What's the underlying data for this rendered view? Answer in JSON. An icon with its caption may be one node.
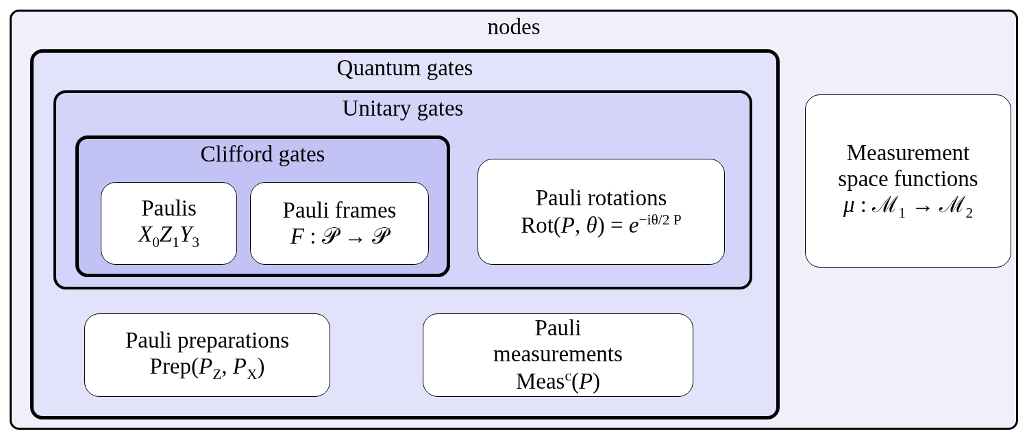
{
  "diagram": {
    "nodes": [
      {
        "text": [
          "nodes"
        ]
      },
      {
        "text": [
          "Quantum gates"
        ],
        "in": 0
      },
      {
        "text": [
          "Unitary gates"
        ],
        "in": 1
      },
      {
        "text": [
          "Clifford gates"
        ],
        "in": 2
      },
      {
        "text": [
          "Paulis",
          "*X*$_{0}$*Z*$_{1}$*Y*$_{3}$"
        ],
        "in": 3
      },
      {
        "text": [
          "Pauli frames",
          "*F* : 𝒫 → 𝒫"
        ],
        "in": 3
      },
      {
        "text": [
          "Pauli rotations",
          "Rot(*P*, *θ*) = *e*$^{−iθ/2 P}$"
        ],
        "in": 2
      },
      {
        "text": [
          "Pauli preparations",
          "Prep(*P*$_{Z}$, *P*$_{X}$)"
        ],
        "in": 1
      },
      {
        "text": [
          "Pauli measurements",
          "Meas$^{c}$(*P*)"
        ],
        "in": 1
      },
      {
        "text": [
          "Measurement space functions",
          "*μ* : ℳ$_{1}$ → ℳ$_{2}$"
        ],
        "in": 0
      }
    ]
  }
}
